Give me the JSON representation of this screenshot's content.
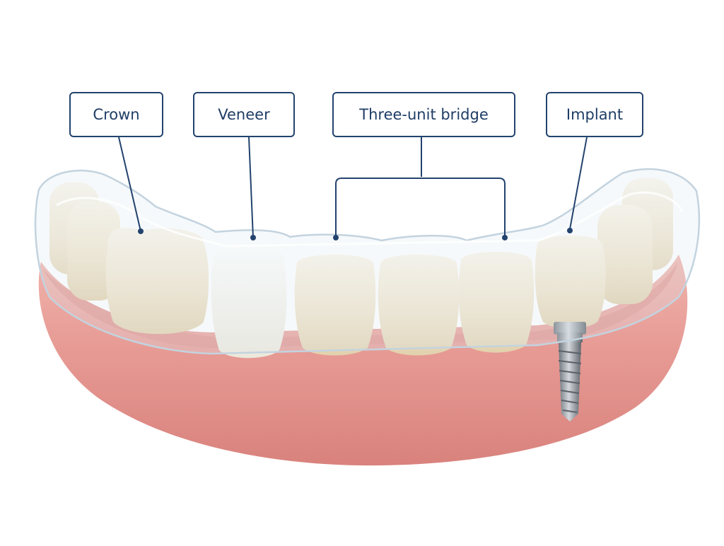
{
  "labels": {
    "crown": "Crown",
    "veneer": "Veneer",
    "bridge": "Three-unit bridge",
    "implant": "Implant"
  },
  "colors": {
    "label_stroke": "#23436e",
    "label_text": "#1f3d66",
    "gum": "#e79a94",
    "tooth": "#efe3c9",
    "veneer": "#f4f1e8",
    "aligner": "#dfe9f1",
    "implant_metal": "#9aa0a6"
  },
  "icons": [
    "crown-callout",
    "veneer-callout",
    "bridge-bracket",
    "implant-screw"
  ]
}
